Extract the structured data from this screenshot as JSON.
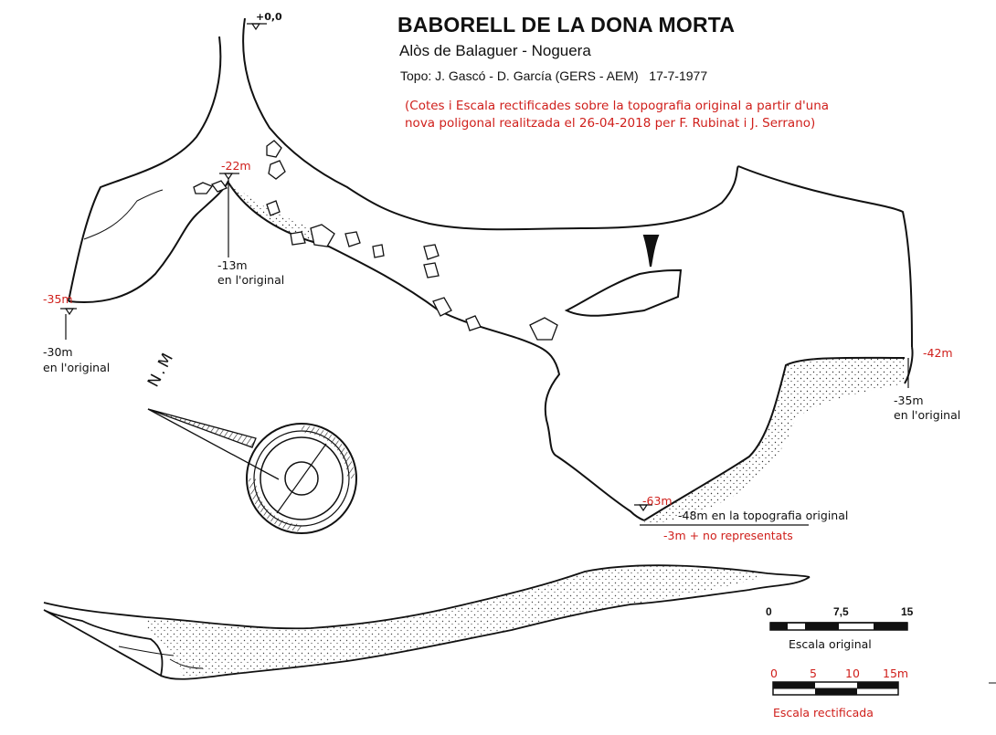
{
  "header": {
    "title": "BABORELL DE LA DONA MORTA",
    "subtitle": "Alòs de Balaguer - Noguera",
    "topo_credit": "Topo: J. Gascó - D. García (GERS - AEM)   17-7-1977",
    "correction_note_line1": "(Cotes i Escala rectificades sobre la topografia original a partir d'una",
    "correction_note_line2": "nova poligonal realitzada el 26-04-2018 per F. Rubinat i J. Serrano)"
  },
  "depth_labels": {
    "entrance": "+0,0",
    "point_a_corrected": "-22m",
    "point_a_original_value": "-13m",
    "point_a_original_note": "en l'original",
    "point_b_corrected": "-35m",
    "point_b_original_value": "-30m",
    "point_b_original_note": "en l'original",
    "point_c_corrected": "-42m",
    "point_c_original_value": "-35m",
    "point_c_original_note": "en l'original",
    "point_d_corrected": "-63m",
    "point_d_original": "-48m en la topografia original",
    "point_d_note": "-3m + no representats"
  },
  "north_label": "N.M",
  "scale_original": {
    "ticks": [
      "0",
      "7,5",
      "15"
    ],
    "caption": "Escala original"
  },
  "scale_corrected": {
    "ticks": [
      "0",
      "5",
      "10",
      "15m"
    ],
    "caption": "Escala rectificada"
  },
  "colors": {
    "ink": "#111111",
    "correction": "#d0201c",
    "background": "#ffffff"
  }
}
